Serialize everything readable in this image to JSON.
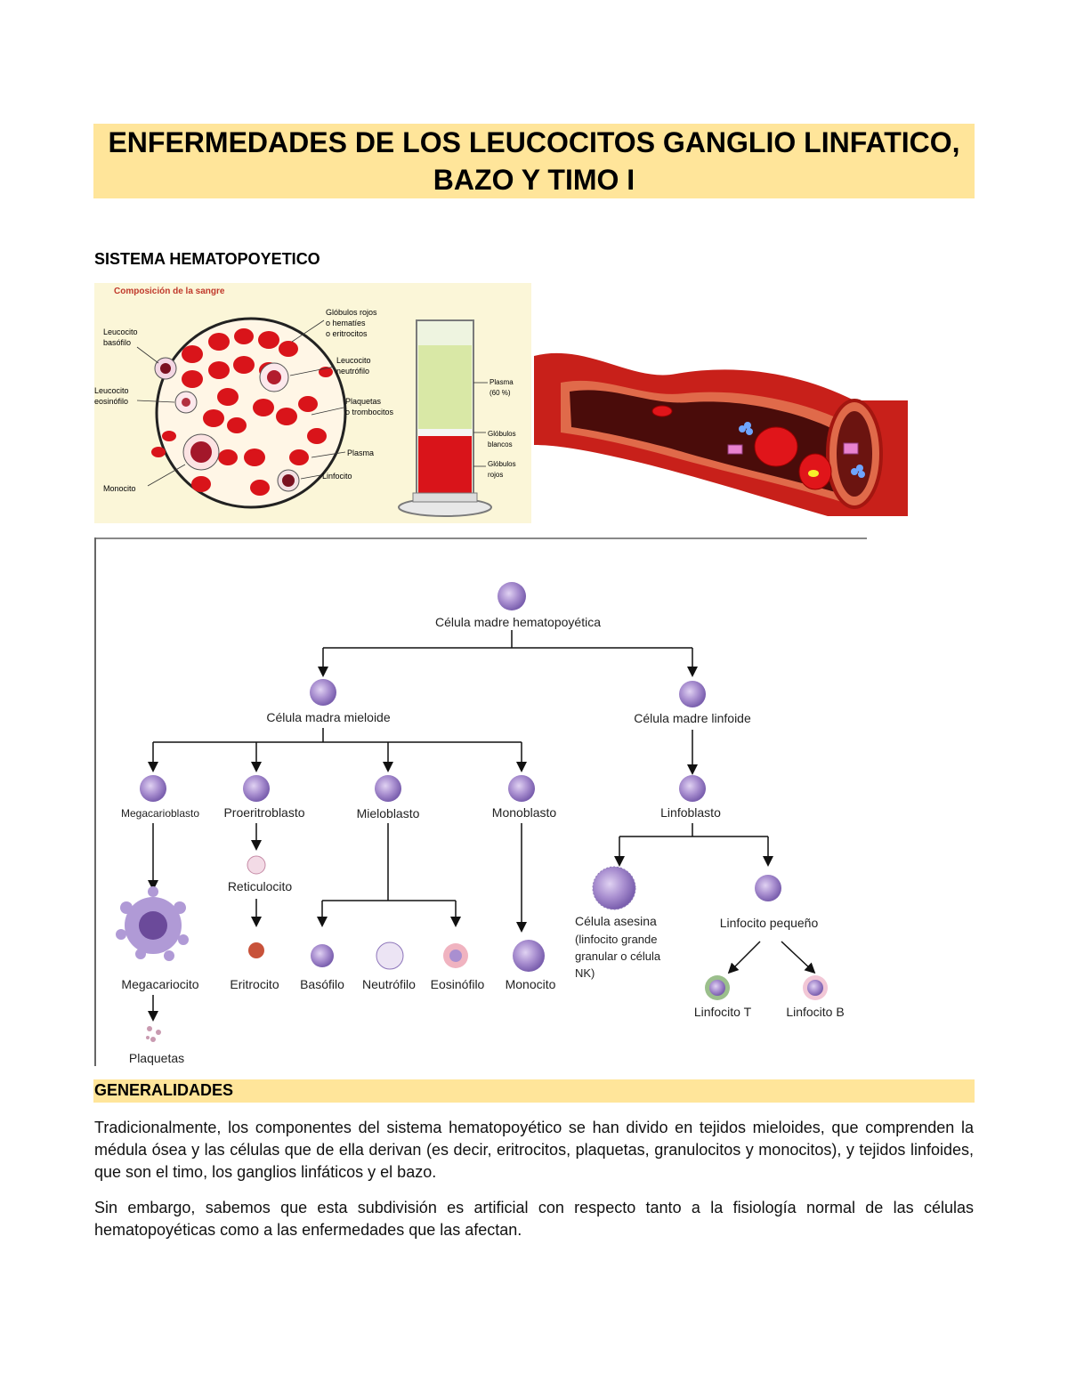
{
  "document": {
    "title": "ENFERMEDADES DE LOS LEUCOCITOS GANGLIO LINFATICO, BAZO Y TIMO I",
    "section1_heading": "SISTEMA HEMATOPOYETICO",
    "section2_heading": "GENERALIDADES",
    "paragraphs": [
      "Tradicionalmente, los componentes del sistema hematopoyético se han divido en tejidos mieloides, que comprenden la médula ósea y las células que de ella derivan (es decir, eritrocitos, plaquetas, granulocitos y monocitos), y tejidos linfoides, que son el timo, los ganglios linfáticos y el bazo.",
      "Sin embargo, sabemos que esta subdivisión es artificial con respecto tanto a la fisiología normal de las células hematopoyéticas como a las enfermedades que las afectan."
    ]
  },
  "figure_blood": {
    "title": "Composición de la sangre",
    "labels": {
      "leucocito_basofilo": [
        "Leucocito",
        "basófilo"
      ],
      "leucocito_eosinofilo": [
        "Leucocito",
        "eosinófilo"
      ],
      "monocito": "Monocito",
      "globulos_rojos": [
        "Glóbulos rojos",
        "o hematíes",
        "o eritrocitos"
      ],
      "neutrofilo": [
        "Leucocito",
        "neutrófilo"
      ],
      "plaquetas": [
        "Plaquetas",
        "o trombocitos"
      ],
      "plasma": "Plasma",
      "linfocito": "Linfocito",
      "tube_plasma": [
        "Plasma",
        "(60 %)"
      ],
      "tube_blancos": [
        "Glóbulos",
        "blancos"
      ],
      "tube_rojos": [
        "Glóbulos",
        "rojos"
      ]
    }
  },
  "figure_tree": {
    "stem": "Célula madre hematopoyética",
    "myeloid": "Célula madra mieloide",
    "lymphoid": "Célula madre linfoide",
    "megacarioblasto": "Megacarioblasto",
    "proeritroblasto": "Proeritroblasto",
    "mieloblasto": "Mieloblasto",
    "monoblasto": "Monoblasto",
    "linfoblasto": "Linfoblasto",
    "reticulocito": "Reticulocito",
    "megacariocito": "Megacariocito",
    "plaquetas": "Plaquetas",
    "eritrocito": "Eritrocito",
    "basofilo": "Basófilo",
    "neutrofilo": "Neutrófilo",
    "eosinofilo": "Eosinófilo",
    "monocito": "Monocito",
    "nk_lines": [
      "Célula asesina",
      "(linfocito grande",
      "granular o célula",
      "NK)"
    ],
    "linfocito_pequeno": "Linfocito pequeño",
    "linfocito_t": "Linfocito T",
    "linfocito_b": "Linfocito B"
  },
  "colors": {
    "highlight": "#ffe59a",
    "blood_red": "#d9141a",
    "cell_purple": "#9b7fc4",
    "vessel_red": "#c8201a"
  }
}
